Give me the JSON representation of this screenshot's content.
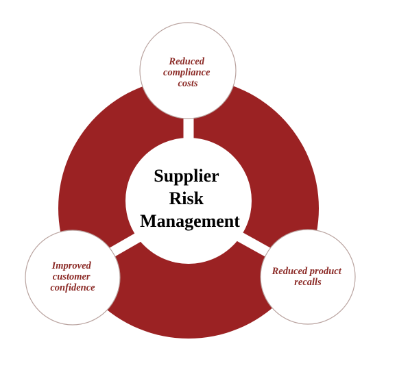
{
  "colors": {
    "ring": "#9b2223",
    "node_text": "#8b2a26",
    "node_border": "#b9a39f",
    "background": "#ffffff"
  },
  "center": {
    "lines": [
      "Supplier",
      "Risk",
      "Management"
    ]
  },
  "nodes": {
    "top": {
      "lines": [
        "Reduced",
        "compliance",
        "costs"
      ]
    },
    "left": {
      "lines": [
        "Improved",
        "customer",
        "confidence"
      ]
    },
    "right": {
      "lines": [
        "Reduced product",
        "recalls"
      ]
    }
  }
}
